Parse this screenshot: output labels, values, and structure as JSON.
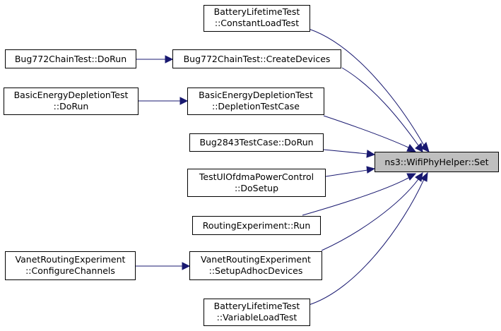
{
  "diagram": {
    "nodes": {
      "target": [
        "ns3::WifiPhyHelper::Set"
      ],
      "battery_constant": [
        "BatteryLifetimeTest",
        "::ConstantLoadTest"
      ],
      "bug772_create": [
        "Bug772ChainTest::CreateDevices"
      ],
      "bug772_dorun": [
        "Bug772ChainTest::DoRun"
      ],
      "basic_depletion_case": [
        "BasicEnergyDepletionTest",
        "::DepletionTestCase"
      ],
      "basic_dorun": [
        "BasicEnergyDepletionTest",
        "::DoRun"
      ],
      "bug2843": [
        "Bug2843TestCase::DoRun"
      ],
      "testul": [
        "TestUlOfdmaPowerControl",
        "::DoSetup"
      ],
      "routing_run": [
        "RoutingExperiment::Run"
      ],
      "vanet_setup": [
        "VanetRoutingExperiment",
        "::SetupAdhocDevices"
      ],
      "vanet_configure": [
        "VanetRoutingExperiment",
        "::ConfigureChannels"
      ],
      "battery_variable": [
        "BatteryLifetimeTest",
        "::VariableLoadTest"
      ]
    },
    "colors": {
      "edge": "#191970",
      "node_border": "#000000",
      "node_fill": "#ffffff",
      "target_fill": "#bfbfbf"
    }
  }
}
